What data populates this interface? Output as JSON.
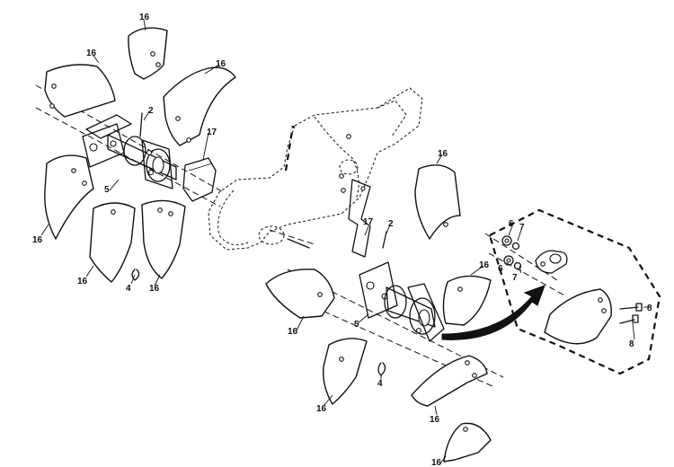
{
  "callouts": {
    "tine": "16",
    "bracket": "17",
    "pin": "2",
    "clip": "4",
    "hub": "5",
    "nut": "6",
    "lockwasher": "7",
    "bolt": "8"
  },
  "colors": {
    "ink": "#111111",
    "paper": "#ffffff"
  }
}
